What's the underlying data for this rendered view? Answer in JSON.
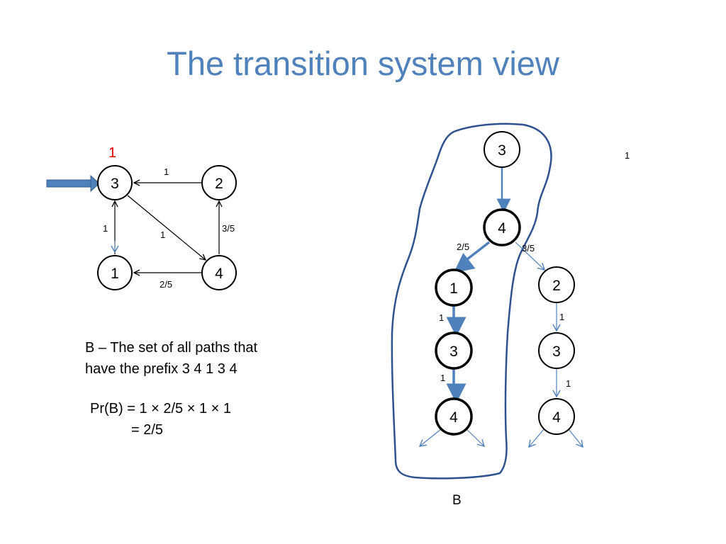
{
  "title": "The transition system view",
  "colors": {
    "title": "#4f81bd",
    "accent": "#4f81bd",
    "outline": "#2e528f",
    "initial_marker": "#e60000"
  },
  "small_graph": {
    "initial_probability": "1",
    "nodes": {
      "n3": "3",
      "n2": "2",
      "n1": "1",
      "n4": "4"
    },
    "edges": {
      "e2_3": "1",
      "e1_3": "1",
      "e3_4": "1",
      "e4_2": "3/5",
      "e4_1": "2/5"
    }
  },
  "description": {
    "line1": "B – The set of all paths that",
    "line2": "have the prefix  3 4 1 3 4"
  },
  "probability": {
    "line1": "Pr(B) = 1 × 2/5  ×  1 × 1",
    "line2": "= 2/5"
  },
  "tree": {
    "root": "3",
    "level2": "4",
    "left": [
      "1",
      "3",
      "4"
    ],
    "right": [
      "2",
      "3",
      "4"
    ],
    "edge_labels": {
      "l2_left": "2/5",
      "l2_right": "3/5",
      "left1": "1",
      "left2": "1",
      "right1": "1",
      "right2": "1"
    },
    "set_label": "B"
  },
  "stray_label": "1"
}
